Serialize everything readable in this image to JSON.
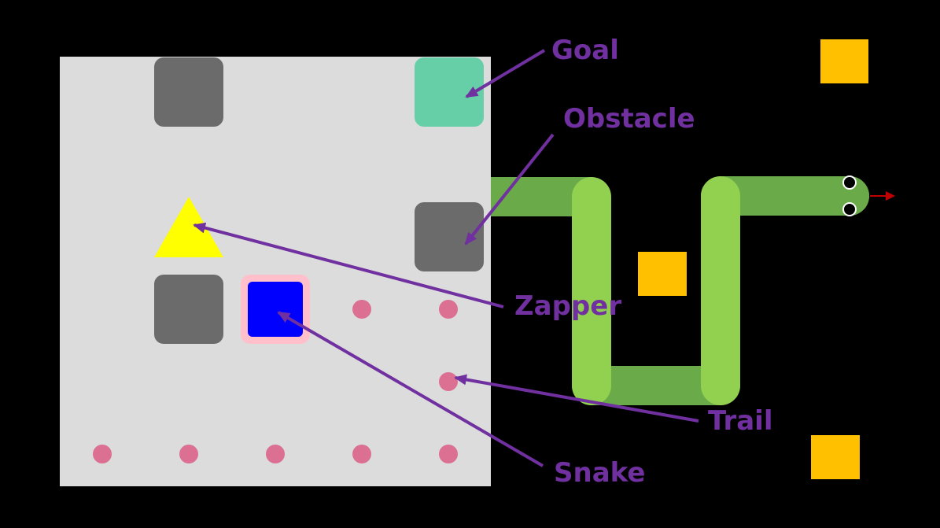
{
  "labels": {
    "goal": "Goal",
    "obstacle": "Obstacle",
    "zapper": "Zapper",
    "trail": "Trail",
    "snake": "Snake"
  },
  "colors": {
    "background": "#000000",
    "board": "#dcdcdc",
    "obstacle": "#6b6b6b",
    "goal": "#66cfa8",
    "zapper": "#ffff00",
    "snake_fill": "#0000ff",
    "snake_glow": "#ffc0cb",
    "trail_dot": "#db7093",
    "label": "#7030a0",
    "decor_snake_dark": "#6aaa48",
    "decor_snake_light": "#92d050",
    "food": "#ffc000",
    "direction_arrow": "#c00000"
  },
  "icons": {
    "goal": "goal-tile-icon",
    "obstacle": "obstacle-block-icon",
    "zapper": "zapper-triangle-icon",
    "snake": "snake-head-square-icon",
    "trail": "trail-dot-icon",
    "food": "food-square-icon"
  }
}
